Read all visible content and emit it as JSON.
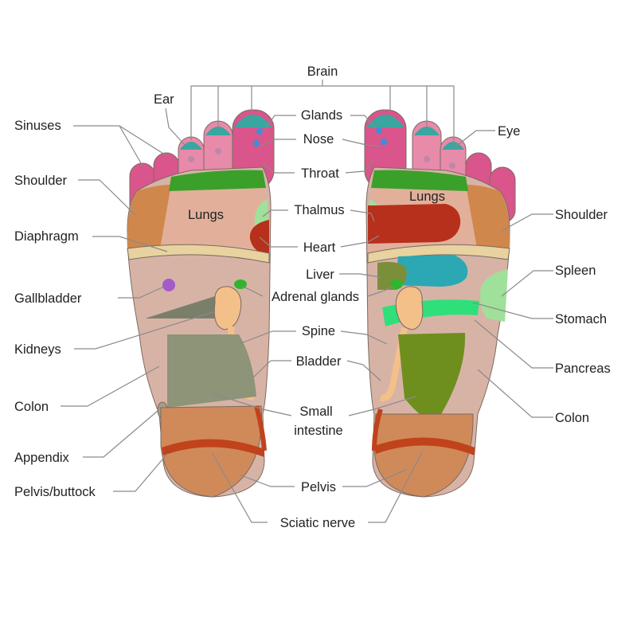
{
  "labels": {
    "brain": "Brain",
    "ear": "Ear",
    "sinuses": "Sinuses",
    "glands": "Glands",
    "eye": "Eye",
    "nose": "Nose",
    "throat": "Throat",
    "shoulder_left": "Shoulder",
    "shoulder_right": "Shoulder",
    "lungs_left": "Lungs",
    "lungs_right": "Lungs",
    "thalmus": "Thalmus",
    "diaphragm": "Diaphragm",
    "heart": "Heart",
    "liver": "Liver",
    "spleen": "Spleen",
    "gallbladder": "Gallbladder",
    "adrenal_glands": "Adrenal glands",
    "stomach": "Stomach",
    "kidneys": "Kidneys",
    "spine": "Spine",
    "pancreas": "Pancreas",
    "bladder": "Bladder",
    "colon_left": "Colon",
    "colon_right": "Colon",
    "small_intestine_1": "Small",
    "small_intestine_2": "intestine",
    "appendix": "Appendix",
    "pelvis_buttock": "Pelvis/buttock",
    "pelvis": "Pelvis",
    "sciatic_nerve": "Sciatic nerve"
  },
  "colors": {
    "toe": "#d9558c",
    "toe_tip": "#3aa6a0",
    "sinus_dot": "#b98aa8",
    "gland_dot": "#3a8fd9",
    "shoulder": "#d0874c",
    "lungs_zone": "#e2b09a",
    "diaphragm_band": "#e8d2a0",
    "heart": "#b7301c",
    "thalmus": "#9fe09a",
    "green_band": "#3aa02a",
    "midfoot": "#d7b3a6",
    "kidney": "#f4c08a",
    "adrenal": "#2fb52f",
    "gallbladder": "#a25bc8",
    "liver": "#7b8f3a",
    "spleen_blue": "#2ba8b3",
    "stomach_green": "#2fe07a",
    "small_intestine_left": "#8d9478",
    "small_intestine_right": "#6e8f1e",
    "heel": "#d08a5a",
    "sciatic": "#c0431c",
    "leader_line": "#8a8a8a"
  }
}
